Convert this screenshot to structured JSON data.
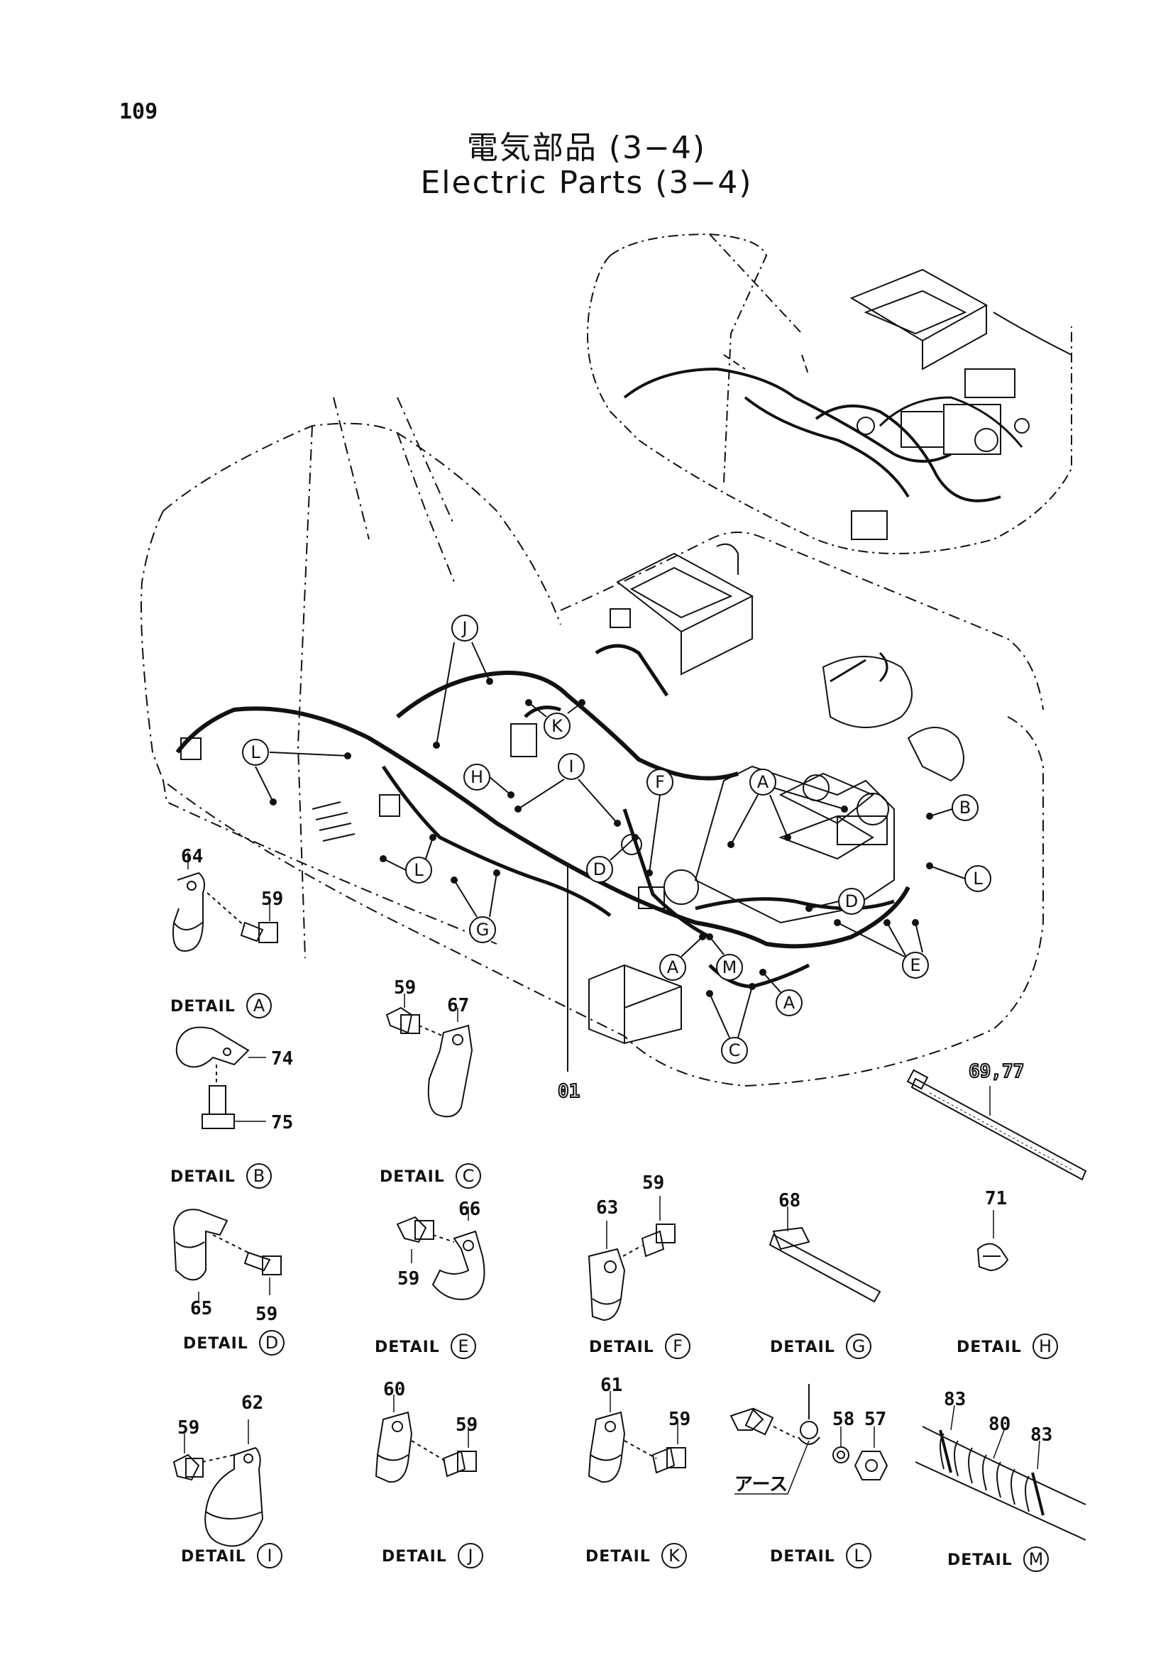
{
  "page_number": "109",
  "title_jp": "電気部品 (3−4)",
  "title_en": "Electric Parts (3−4)",
  "harness_part": "01",
  "callouts_main": [
    "J",
    "L",
    "K",
    "H",
    "I",
    "F",
    "A",
    "B",
    "D",
    "L",
    "G",
    "D",
    "A",
    "M",
    "A",
    "E",
    "C",
    "L"
  ],
  "tie_part": "69,77",
  "detail_prefix": "DETAIL",
  "details": [
    {
      "letter": "A",
      "parts": [
        "64",
        "59"
      ]
    },
    {
      "letter": "B",
      "parts": [
        "74",
        "75"
      ]
    },
    {
      "letter": "C",
      "parts": [
        "59",
        "67"
      ]
    },
    {
      "letter": "D",
      "parts": [
        "65",
        "59"
      ]
    },
    {
      "letter": "E",
      "parts": [
        "66",
        "59"
      ]
    },
    {
      "letter": "F",
      "parts": [
        "63",
        "59"
      ]
    },
    {
      "letter": "G",
      "parts": [
        "68"
      ]
    },
    {
      "letter": "H",
      "parts": [
        "71"
      ]
    },
    {
      "letter": "I",
      "parts": [
        "59",
        "62"
      ]
    },
    {
      "letter": "J",
      "parts": [
        "60",
        "59"
      ]
    },
    {
      "letter": "K",
      "parts": [
        "61",
        "59"
      ]
    },
    {
      "letter": "L",
      "parts": [
        "58",
        "57"
      ],
      "note": "アース"
    },
    {
      "letter": "M",
      "parts": [
        "83",
        "80",
        "83"
      ]
    }
  ]
}
